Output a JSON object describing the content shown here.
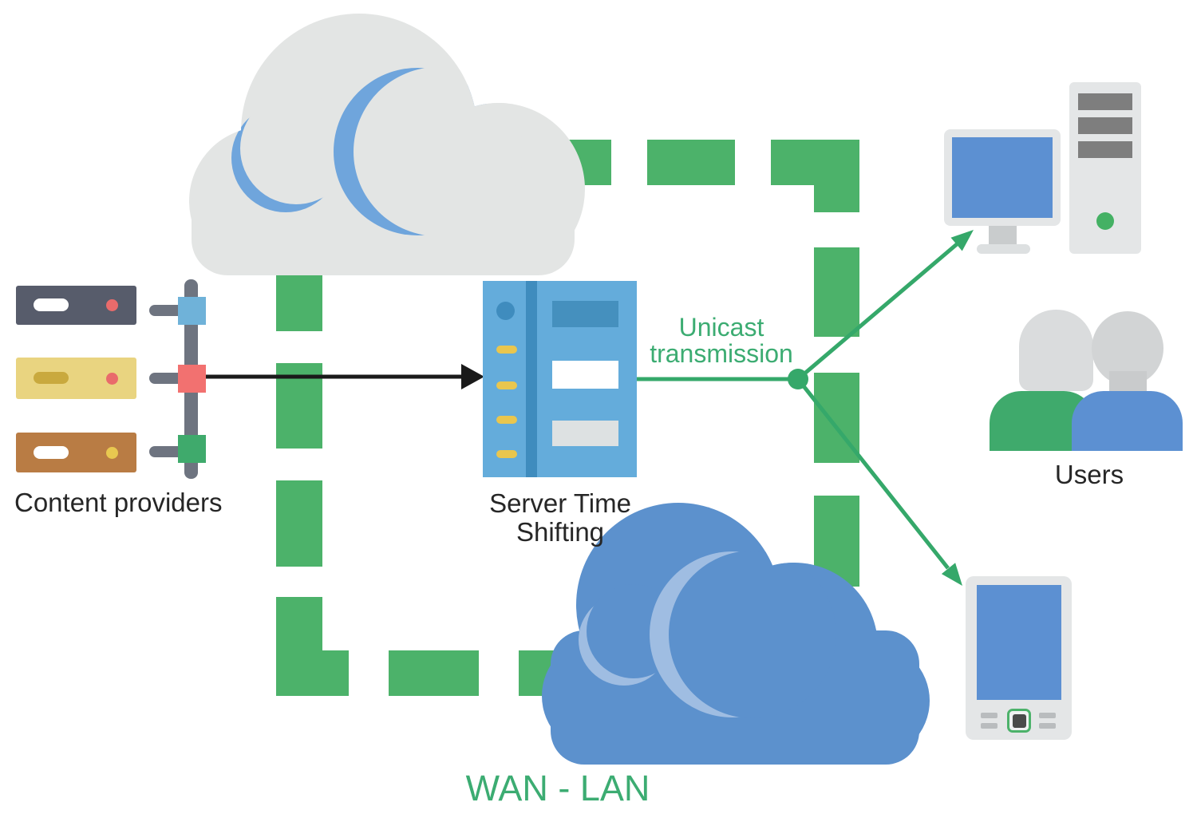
{
  "diagram": {
    "type": "network-diagram",
    "labels": {
      "content_providers": "Content providers",
      "server_time_shifting_line1": "Server Time",
      "server_time_shifting_line2": "Shifting",
      "unicast_line1": "Unicast",
      "unicast_line2": "transmission",
      "users": "Users",
      "wan_lan": "WAN - LAN"
    },
    "colors": {
      "dash_green": "#4CB26A",
      "line_green": "#35A86A",
      "label_green": "#3CAC72",
      "text_dark": "#262626",
      "arrow_black": "#1A1A1A",
      "cloud_gray": "#E3E5E4",
      "cloud_gray_accent": "#6FA5DC",
      "cloud_blue": "#5C91CD",
      "cloud_blue_accent": "#9FBDE2",
      "server_blue": "#64ACDB",
      "server_blue_dark": "#3F8CBE",
      "server_bar_blue": "#4590BE",
      "server_pill_yellow": "#E9C64E",
      "screen_blue": "#5C90D2",
      "device_gray": "#E4E6E7",
      "device_bar_gray": "#7E7E7E",
      "device_green": "#44B164",
      "provider_dark": "#575C6B",
      "provider_yellow": "#E9D480",
      "provider_brown": "#B97C44",
      "provider_pill_yellow_dark": "#C9A93E",
      "status_red": "#E96B6B",
      "status_yellow": "#E8C850",
      "connector_gray": "#6E7480",
      "square_blue": "#6FB2D9",
      "square_red": "#F27170",
      "square_green": "#3FAA6C"
    },
    "icons": {
      "wan_cloud": "cloud",
      "lan_cloud": "cloud",
      "content_provider_servers": "rack-units",
      "channel_timeline": "bar-with-taps",
      "time_shift_server": "server-tower",
      "desktop_computer": "monitor-with-tower",
      "users": "person-pair-silhouette",
      "tablet": "tablet",
      "unicast_junction": "branching-dot",
      "flow_arrow": "arrow"
    }
  }
}
